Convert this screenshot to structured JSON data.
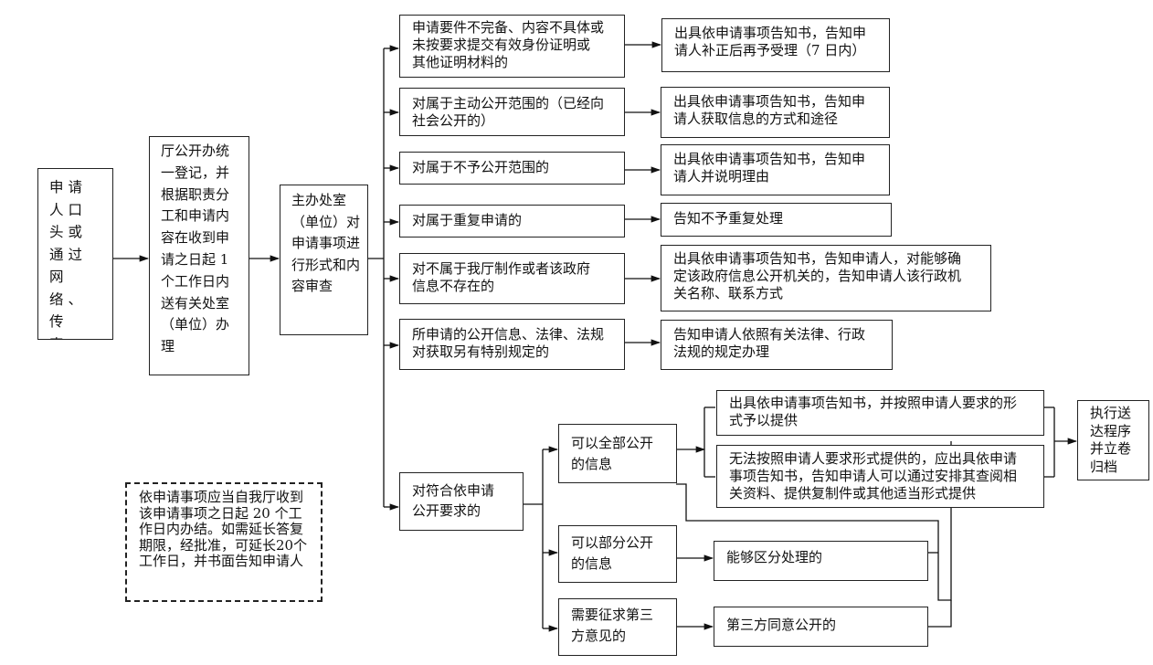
{
  "flow": {
    "applicant": "申请人口头或通过网络、传真、信函提出申请",
    "registration": "厅公开办统一登记，并根据职责分工和申请内容在收到申请之日起 1个工作日内送有关处室（单位）办理",
    "review": "主办处室（单位）对申请事项进行形式和内容审查",
    "conditions": [
      "申请要件不完备、内容不具体或\n未按要求提交有效身份证明或\n其他证明材料的",
      "对属于主动公开范围的（已经向\n社会公开的）",
      "对属于不予公开范围的",
      "对属于重复申请的",
      "对不属于我厅制作或者该政府\n信息不存在的",
      "所申请的公开信息、法律、法规\n对获取另有特别规定的",
      "对符合依申请\n公开要求的"
    ],
    "results": [
      "出具依申请事项告知书，告知申\n请人补正后再予受理（7 日内）",
      "出具依申请事项告知书，告知申\n请人获取信息的方式和途径",
      "出具依申请事项告知书，告知申\n请人并说明理由",
      "告知不予重复处理",
      "出具依申请事项告知书，告知申请人，对能够确\n定该政府信息公开机关的，告知申请人该行政机\n关名称、联系方式",
      "告知申请人依照有关法律、行政\n法规的规定办理"
    ],
    "disclosure_types": [
      "可以全部公开\n的信息",
      "可以部分公开\n的信息",
      "需要征求第三\n方意见的"
    ],
    "full_results": [
      "出具依申请事项告知书，并按照申请人要求的形\n式予以提供",
      "无法按照申请人要求形式提供的，应出具依申请\n事项告知书，告知申请人可以通过安排其查阅相\n关资料、提供复制件或其他适当形式提供"
    ],
    "partial_result": "能够区分处理的",
    "third_party_result": "第三方同意公开的",
    "final": "执行送达程序并立卷归档",
    "note": "依申请事项应当自我厅收到该申请事项之日起 20 个工作日内办结。如需延长答复期限，经批准，可延长20个工作日，并书面告知申请人"
  }
}
